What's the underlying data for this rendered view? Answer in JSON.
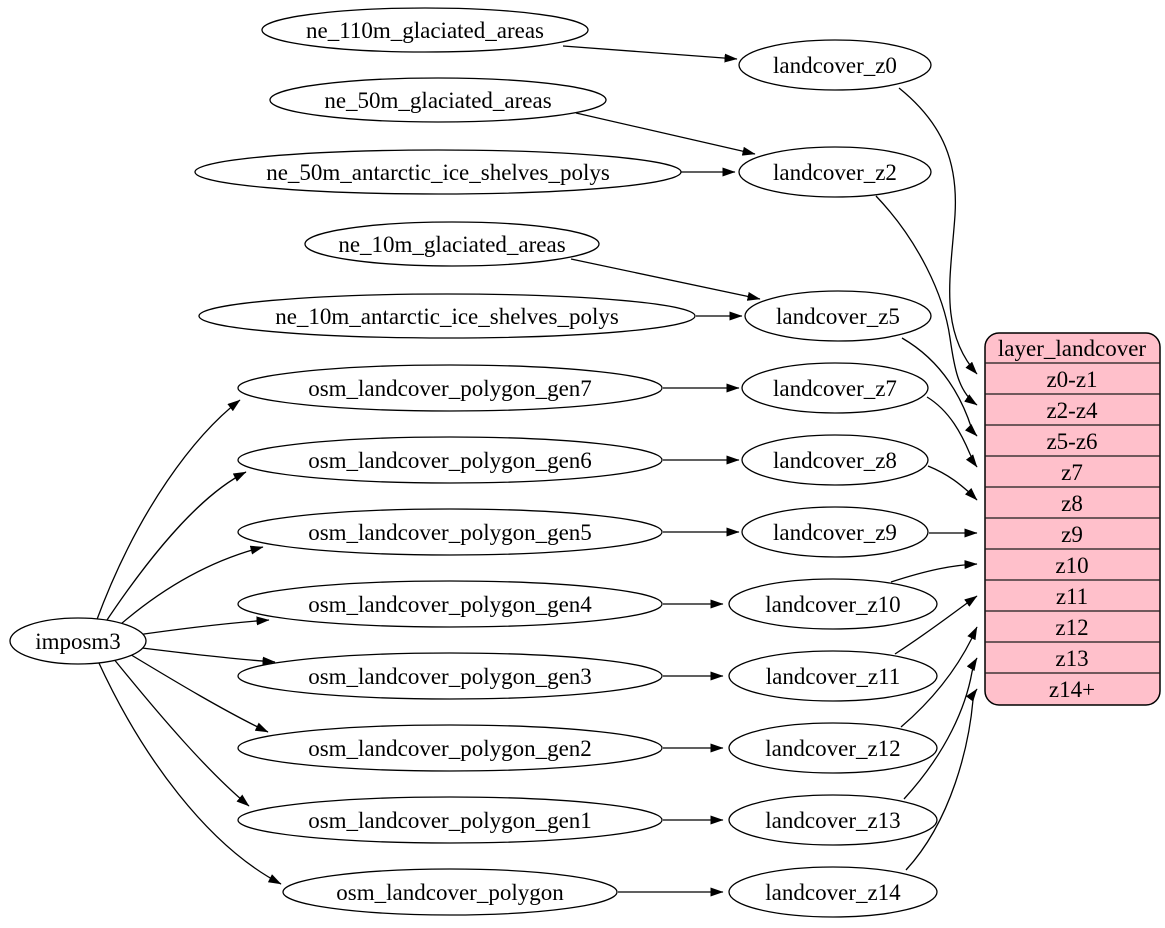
{
  "diagram": {
    "kind": "graphviz-flow-diagram",
    "colors": {
      "background": "#ffffff",
      "node_fill": "#ffffff",
      "node_stroke": "#000000",
      "edge_color": "#000000",
      "record_fill": "#ffc0cb"
    }
  },
  "nodes": {
    "imposm3": "imposm3",
    "ne_110m_glaciated_areas": "ne_110m_glaciated_areas",
    "ne_50m_glaciated_areas": "ne_50m_glaciated_areas",
    "ne_50m_antarctic_ice_shelves_polys": "ne_50m_antarctic_ice_shelves_polys",
    "ne_10m_glaciated_areas": "ne_10m_glaciated_areas",
    "ne_10m_antarctic_ice_shelves_polys": "ne_10m_antarctic_ice_shelves_polys",
    "osm_landcover_polygon_gen7": "osm_landcover_polygon_gen7",
    "osm_landcover_polygon_gen6": "osm_landcover_polygon_gen6",
    "osm_landcover_polygon_gen5": "osm_landcover_polygon_gen5",
    "osm_landcover_polygon_gen4": "osm_landcover_polygon_gen4",
    "osm_landcover_polygon_gen3": "osm_landcover_polygon_gen3",
    "osm_landcover_polygon_gen2": "osm_landcover_polygon_gen2",
    "osm_landcover_polygon_gen1": "osm_landcover_polygon_gen1",
    "osm_landcover_polygon": "osm_landcover_polygon",
    "landcover_z0": "landcover_z0",
    "landcover_z2": "landcover_z2",
    "landcover_z5": "landcover_z5",
    "landcover_z7": "landcover_z7",
    "landcover_z8": "landcover_z8",
    "landcover_z9": "landcover_z9",
    "landcover_z10": "landcover_z10",
    "landcover_z11": "landcover_z11",
    "landcover_z12": "landcover_z12",
    "landcover_z13": "landcover_z13",
    "landcover_z14": "landcover_z14"
  },
  "table": {
    "title": "layer_landcover",
    "rows": [
      "z0-z1",
      "z2-z4",
      "z5-z6",
      "z7",
      "z8",
      "z9",
      "z10",
      "z11",
      "z12",
      "z13",
      "z14+"
    ]
  },
  "edges": [
    {
      "from": "imposm3",
      "to": "osm_landcover_polygon_gen7"
    },
    {
      "from": "imposm3",
      "to": "osm_landcover_polygon_gen6"
    },
    {
      "from": "imposm3",
      "to": "osm_landcover_polygon_gen5"
    },
    {
      "from": "imposm3",
      "to": "osm_landcover_polygon_gen4"
    },
    {
      "from": "imposm3",
      "to": "osm_landcover_polygon_gen3"
    },
    {
      "from": "imposm3",
      "to": "osm_landcover_polygon_gen2"
    },
    {
      "from": "imposm3",
      "to": "osm_landcover_polygon_gen1"
    },
    {
      "from": "imposm3",
      "to": "osm_landcover_polygon"
    },
    {
      "from": "ne_110m_glaciated_areas",
      "to": "landcover_z0"
    },
    {
      "from": "ne_50m_glaciated_areas",
      "to": "landcover_z2"
    },
    {
      "from": "ne_50m_antarctic_ice_shelves_polys",
      "to": "landcover_z2"
    },
    {
      "from": "ne_10m_glaciated_areas",
      "to": "landcover_z5"
    },
    {
      "from": "ne_10m_antarctic_ice_shelves_polys",
      "to": "landcover_z5"
    },
    {
      "from": "osm_landcover_polygon_gen7",
      "to": "landcover_z7"
    },
    {
      "from": "osm_landcover_polygon_gen6",
      "to": "landcover_z8"
    },
    {
      "from": "osm_landcover_polygon_gen5",
      "to": "landcover_z9"
    },
    {
      "from": "osm_landcover_polygon_gen4",
      "to": "landcover_z10"
    },
    {
      "from": "osm_landcover_polygon_gen3",
      "to": "landcover_z11"
    },
    {
      "from": "osm_landcover_polygon_gen2",
      "to": "landcover_z12"
    },
    {
      "from": "osm_landcover_polygon_gen1",
      "to": "landcover_z13"
    },
    {
      "from": "osm_landcover_polygon",
      "to": "landcover_z14"
    },
    {
      "from": "landcover_z0",
      "to": "layer_landcover.z0-z1"
    },
    {
      "from": "landcover_z2",
      "to": "layer_landcover.z2-z4"
    },
    {
      "from": "landcover_z5",
      "to": "layer_landcover.z5-z6"
    },
    {
      "from": "landcover_z7",
      "to": "layer_landcover.z7"
    },
    {
      "from": "landcover_z8",
      "to": "layer_landcover.z8"
    },
    {
      "from": "landcover_z9",
      "to": "layer_landcover.z9"
    },
    {
      "from": "landcover_z10",
      "to": "layer_landcover.z10"
    },
    {
      "from": "landcover_z11",
      "to": "layer_landcover.z11"
    },
    {
      "from": "landcover_z12",
      "to": "layer_landcover.z12"
    },
    {
      "from": "landcover_z13",
      "to": "layer_landcover.z13"
    },
    {
      "from": "landcover_z14",
      "to": "layer_landcover.z14+"
    }
  ]
}
